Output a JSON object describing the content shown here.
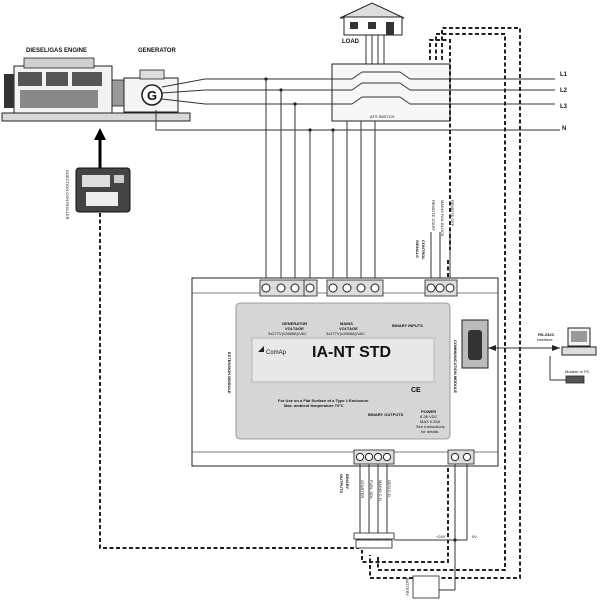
{
  "labels": {
    "engine": "DIESEL/GAS ENGINE",
    "generator": "GENERATOR",
    "generator_symbol": "G",
    "load": "LOAD",
    "ats_switch": "ATS SWITCH",
    "line_l1": "L1",
    "line_l2": "L2",
    "line_l3": "L3",
    "line_n": "N",
    "control_signals_1": "CONTROL",
    "control_signals_2": "SIGNALS",
    "extension_module": "EXTENSION MODULE",
    "communication_module": "COMMUNICATION MODULE",
    "gen_voltage_1": "GENERATOR",
    "gen_voltage_2": "VOLTAGE",
    "gen_voltage_3": "3x277V(±2668A)/VAC",
    "mains_voltage_1": "MAINS",
    "mains_voltage_2": "VOLTAGE",
    "mains_voltage_3": "3x277V(±2668A)/VAC",
    "binary_inputs": "BINARY INPUTS",
    "brand": "ComAp",
    "product": "IA-NT STD",
    "mount_note_1": "For Use on a Flat Surface of a Type 1 Enclosure.",
    "mount_note_2": "Max. ambient temperature 70°C",
    "binary_outputs": "BINARY OUTPUTS",
    "power_1": "POWER",
    "power_2": "8-36 VDC",
    "power_3": "MAX 0.35A",
    "power_4": "See Instructions",
    "power_5": "for details",
    "ce_mark": "CE",
    "rs232_1": "RS-232C",
    "rs232_2": "Interface",
    "modem_pc": "Modem or PC",
    "binary_outputs_side_1": "BINARY",
    "binary_outputs_side_2": "OUTPUTS",
    "plus_24v": "+24V",
    "zero_v": "0V",
    "battery": "BATTERY",
    "injection_controller": "INJECTION CONTROLLER",
    "ctrl_in_1": "REMOTE START",
    "ctrl_in_2": "MAINS FAIL BLOCK",
    "ctrl_in_3": "REMOTE OFF",
    "out_1": "STARTER",
    "out_2": "FUEL SOL.",
    "out_3": "MAINS C.O.",
    "out_4": "GEN C.O."
  }
}
